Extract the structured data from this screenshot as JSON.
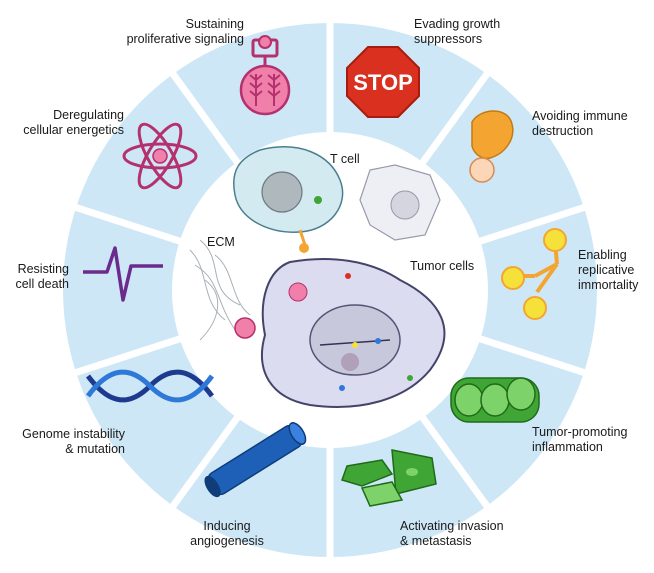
{
  "hallmarks": {
    "sustaining": [
      "Sustaining",
      "proliferative signaling"
    ],
    "evading": [
      "Evading growth",
      "suppressors"
    ],
    "immune": [
      "Avoiding immune",
      "destruction"
    ],
    "replicative": [
      "Enabling",
      "replicative",
      "immortality"
    ],
    "inflammation": [
      "Tumor-promoting",
      "inflammation"
    ],
    "invasion": [
      "Activating invasion",
      "& metastasis"
    ],
    "angiogenesis": [
      "Inducing",
      "angiogenesis"
    ],
    "genome": [
      "Genome instability",
      "& mutation"
    ],
    "death": [
      "Resisting",
      "cell death"
    ],
    "energetics": [
      "Deregulating",
      "cellular energetics"
    ]
  },
  "center": {
    "t_cell": "T cell",
    "tumor_cells": "Tumor cells",
    "ecm": "ECM"
  },
  "stop_sign": "STOP",
  "colors": {
    "ring": "#cde7f6",
    "center": "#ffffff",
    "tumor_fill": "#dcdcf0",
    "tumor_stroke": "#44446a",
    "tcell_fill": "#d3eaf0",
    "stop_red": "#d9301f",
    "magenta": "#b5306e",
    "purple": "#6b2a8e",
    "green": "#3fa535",
    "blue": "#1e5fb8",
    "orange": "#f4a531",
    "yellow": "#f5e13a"
  }
}
